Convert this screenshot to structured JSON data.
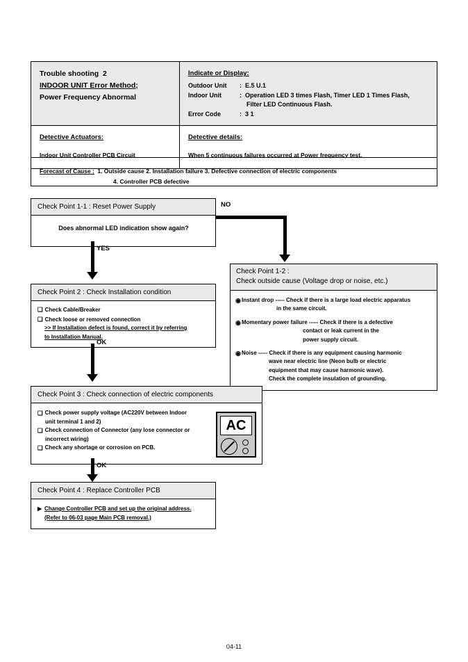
{
  "header": {
    "left": {
      "line1": "Trouble shooting  2",
      "line2": "INDOOR UNIT Error Method;",
      "line3": "Power Frequency Abnormal"
    },
    "right": {
      "title": "Indicate or Display:",
      "outdoor_label": "Outdoor Unit",
      "outdoor_value": ":  E.5 U.1",
      "indoor_label": "Indoor Unit",
      "indoor_value": ":  Operation LED 3 times Flash, Timer LED 1 Times Flash,",
      "indoor_value_line2": "Filter LED Continuous Flash.",
      "error_label": "Error Code",
      "error_value": ":  3 1"
    },
    "actuators": {
      "title": "Detective Actuators:",
      "body": "Indoor Unit Controller PCB Circuit"
    },
    "details": {
      "title": "Detective details:",
      "body": "When 5 continuous failures occurred at Power frequency test."
    }
  },
  "forecast": {
    "label": "Forecast of  Cause :",
    "line1": "1. Outside cause 2. Installation failure 3. Defective connection of electric components",
    "line2": "4. Controller PCB defective"
  },
  "check_point_1_1": {
    "title": "Check Point 1-1 : Reset Power Supply",
    "question": "Does abnormal LED indication show again?"
  },
  "check_point_1_2": {
    "title_line1": "Check Point 1-2 :",
    "title_line2": "Check outside cause (Voltage drop or noise, etc.)",
    "bullets": [
      {
        "marker": "◉",
        "line1": "Instant drop ----- Check if there is a large load electric apparatus",
        "line2": "in the same circuit."
      },
      {
        "marker": "◉",
        "line1": "Momentary power failure ----- Check if there is a defective",
        "line2": "contact or leak current in the",
        "line3": "power supply circuit."
      },
      {
        "marker": "◉",
        "line1": "Noise ----- Check if there is any equipment causing harmonic",
        "line2": "wave near electric line (Neon bulb or electric",
        "line3": "equipment that may cause harmonic wave).",
        "line4": "Check the complete insulation of grounding."
      }
    ]
  },
  "check_point_2": {
    "title": "Check Point 2 : Check Installation condition",
    "items": [
      "Check Cable/Breaker",
      "Check loose or removed connection"
    ],
    "note_line1": ">> If Installation defect is found, correct it by referring",
    "note_line2": "to Installation Manual."
  },
  "check_point_3": {
    "title": "Check Point 3 : Check connection of electric components",
    "items": [
      {
        "line1": "Check power supply voltage (AC220V between Indoor",
        "line2": "unit terminal 1 and 2)"
      },
      {
        "line1": "Check connection of Connector (any lose connector or",
        "line2": "incorrect wiring)"
      },
      {
        "line1": "Check any shortage or corrosion on PCB.",
        "line2": ""
      }
    ],
    "meter_label": "AC"
  },
  "check_point_4": {
    "title": "Check Point 4 : Replace Controller PCB",
    "marker": "▶",
    "line1": "Change Controller PCB and set up the original address.",
    "line2": "(Refer to 06-03 page Main PCB removal.)"
  },
  "flow_labels": {
    "no": "NO",
    "yes": "YES",
    "ok_1": "OK",
    "ok_2": "OK"
  },
  "footer": {
    "page": "04-11"
  },
  "colors": {
    "header_shade": "#e9e9e9",
    "border": "#000000",
    "meter_body": "#c9c9c9"
  }
}
